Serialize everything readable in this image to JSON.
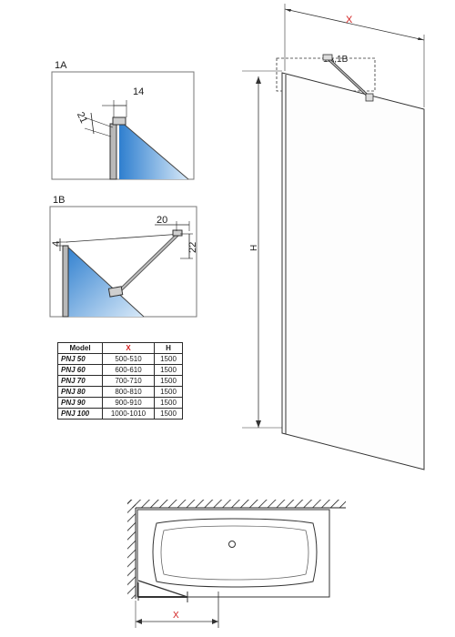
{
  "detail_a": {
    "label": "1A",
    "dims": [
      "14",
      "21"
    ]
  },
  "detail_b": {
    "label": "1B",
    "dims": [
      "20",
      "4",
      "22"
    ]
  },
  "main_view": {
    "callout": "1A,1B",
    "width_label": "X",
    "height_label": "H"
  },
  "top_view": {
    "width_label": "X"
  },
  "table": {
    "headers": [
      "Model",
      "X",
      "H"
    ],
    "rows": [
      [
        "PNJ 50",
        "500-510",
        "1500"
      ],
      [
        "PNJ 60",
        "600-610",
        "1500"
      ],
      [
        "PNJ 70",
        "700-710",
        "1500"
      ],
      [
        "PNJ 80",
        "800-810",
        "1500"
      ],
      [
        "PNJ 90",
        "900-910",
        "1500"
      ],
      [
        "PNJ 100",
        "1000-1010",
        "1500"
      ]
    ]
  },
  "colors": {
    "glass": "#5a9fd8",
    "accent": "#d21f1f",
    "line": "#2a2a2a"
  }
}
